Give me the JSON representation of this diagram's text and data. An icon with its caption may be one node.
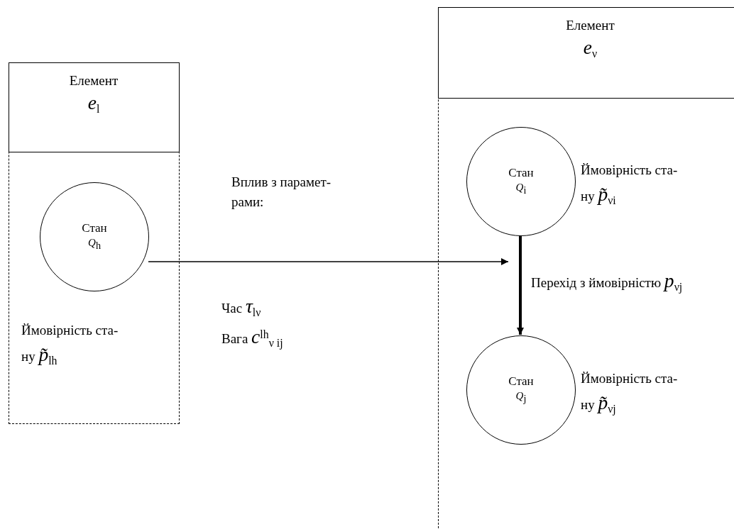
{
  "diagram": {
    "nodes": [
      {
        "text": [
          "Елемент",
          "*e*$_{l}$"
        ]
      },
      {
        "text": [
          "Стан",
          "*Q*$_{h}$"
        ],
        "in": 0,
        "beside": [
          "Ймовірність ста- ну *p̃*$_{lh}$"
        ]
      },
      {
        "text": [
          "Елемент",
          "*e*$_{ν}$"
        ]
      },
      {
        "text": [
          "Стан",
          "*Q*$_{i}$"
        ],
        "in": 2,
        "beside": [
          "Ймовірність ста- ну *p̃*$_{νi}$"
        ]
      },
      {
        "text": [
          "Стан",
          "*Q*$_{j}$"
        ],
        "in": 2,
        "beside": [
          "Ймовірність ста- ну *p̃*$_{νj}$"
        ]
      }
    ],
    "edges": [
      {
        "from": 1,
        "to": null,
        "arrow": "to",
        "label": "Вплив з парамет- рами:"
      },
      {
        "from": 3,
        "to": 4,
        "arrow": "to",
        "style": "thick",
        "label": "Перехід з ймовірністю *p*$_{νj}$"
      }
    ],
    "labels": [
      "Час *τ*$_{lν}$",
      "Вага *c*$^{lh}$$_{ν ij}$"
    ]
  }
}
